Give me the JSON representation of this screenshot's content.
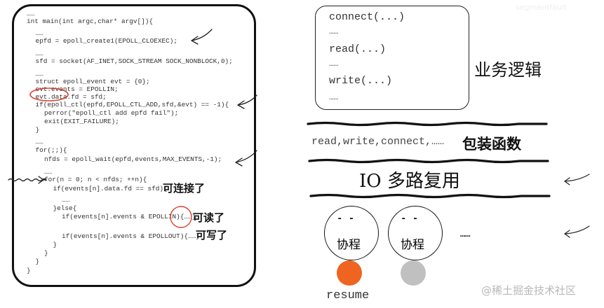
{
  "code_panel": {
    "lines": [
      {
        "text": "……",
        "indent": 0
      },
      {
        "text": "int main(int argc,char* argv[]){",
        "indent": 0
      },
      {
        "text": "……",
        "indent": 1
      },
      {
        "text": "epfd = epoll_create1(EPOLL_CLOEXEC);",
        "indent": 1
      },
      {
        "text": "……",
        "indent": 1
      },
      {
        "text": "sfd = socket(AF_INET,SOCK_STREAM SOCK_NONBLOCK,0);",
        "indent": 1
      },
      {
        "text": "……",
        "indent": 1
      },
      {
        "text": "struct epoll_event evt = {0};",
        "indent": 1
      },
      {
        "text": "evt.events = EPOLLIN;",
        "indent": 1
      },
      {
        "text": "evt.data.fd = sfd;",
        "indent": 1
      },
      {
        "text": "if(epoll_ctl(epfd,EPOLL_CTL_ADD,sfd,&evt) == -1){",
        "indent": 1
      },
      {
        "text": "perror(\"epoll_ctl add epfd fail\");",
        "indent": 2
      },
      {
        "text": "exit(EXIT_FAILURE);",
        "indent": 2
      },
      {
        "text": "}",
        "indent": 1
      },
      {
        "text": "……",
        "indent": 1
      },
      {
        "text": "for(;;){",
        "indent": 1
      },
      {
        "text": "nfds = epoll_wait(epfd,events,MAX_EVENTS,-1);",
        "indent": 2
      },
      {
        "text": "……",
        "indent": 2
      },
      {
        "text": "for(n = 0; n < nfds; ++n){",
        "indent": 2
      },
      {
        "text": "if(events[n].data.fd == sfd){",
        "indent": 3
      },
      {
        "text": "……",
        "indent": 4
      },
      {
        "text": "}else{",
        "indent": 3
      },
      {
        "text": "if(events[n].events & EPOLLIN){……}",
        "indent": 4
      },
      {
        "text": "",
        "indent": 4
      },
      {
        "text": "if(events[n].events & EPOLLOUT){……}",
        "indent": 4
      },
      {
        "text": "}",
        "indent": 3
      },
      {
        "text": "}",
        "indent": 2
      },
      {
        "text": "}",
        "indent": 1
      },
      {
        "text": "}",
        "indent": 0
      }
    ],
    "annotations": {
      "can_connect": "可连接了",
      "can_read": "可读了",
      "can_write": "可写了"
    },
    "highlight_color": "#d9412f"
  },
  "business_box": {
    "lines": [
      "connect(...)",
      "……",
      "read(...)",
      "……",
      "write(...)",
      "……"
    ],
    "label": "业务逻辑"
  },
  "layers": {
    "wrapper_text": "read,write,connect,……",
    "wrapper_label": "包装函数",
    "io_label": "IO 多路复用"
  },
  "coroutines": {
    "items": [
      {
        "eyes": "-   -",
        "label": "协程",
        "dot_color": "#ef6420",
        "dot_label": "resume"
      },
      {
        "eyes": "-   -",
        "label": "协程",
        "dot_color": "#c0c0c0",
        "dot_label": ""
      }
    ],
    "more": "……"
  },
  "watermark": {
    "bottom": "@稀土掘金技术社区",
    "top": "segmentfault"
  }
}
